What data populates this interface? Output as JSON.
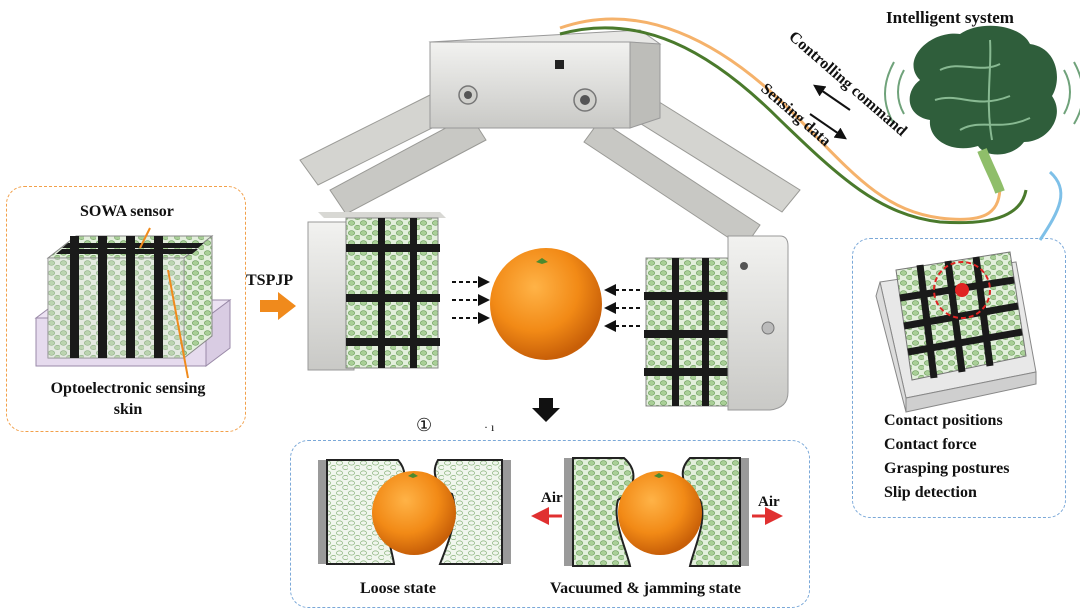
{
  "left_panel": {
    "sensor_label": "SOWA sensor",
    "skin_label_line1": "Optoelectronic sensing",
    "skin_label_line2": "skin"
  },
  "arrow_label": "TSPJP",
  "top_right": {
    "title": "Intelligent system",
    "command_label": "Controlling command",
    "sensing_label": "Sensing data"
  },
  "right_panel": {
    "items": [
      "Contact positions",
      "Contact force",
      "Grasping postures",
      "Slip detection"
    ]
  },
  "bottom_panel": {
    "marker": "①",
    "marker_tail": "· ı",
    "loose_label": "Loose state",
    "vacuum_label": "Vacuumed & jamming state",
    "air_left": "Air",
    "air_right": "Air"
  },
  "colors": {
    "orange": "#f08a1c",
    "orange_dark": "#c8620a",
    "green_granule": "#9cc48a",
    "brain_green": "#2f5e3b",
    "band_black": "#1a1a1a",
    "air_arrow": "#e03030",
    "dash_orange": "#f2a04a",
    "dash_blue": "#7aa8d8"
  }
}
